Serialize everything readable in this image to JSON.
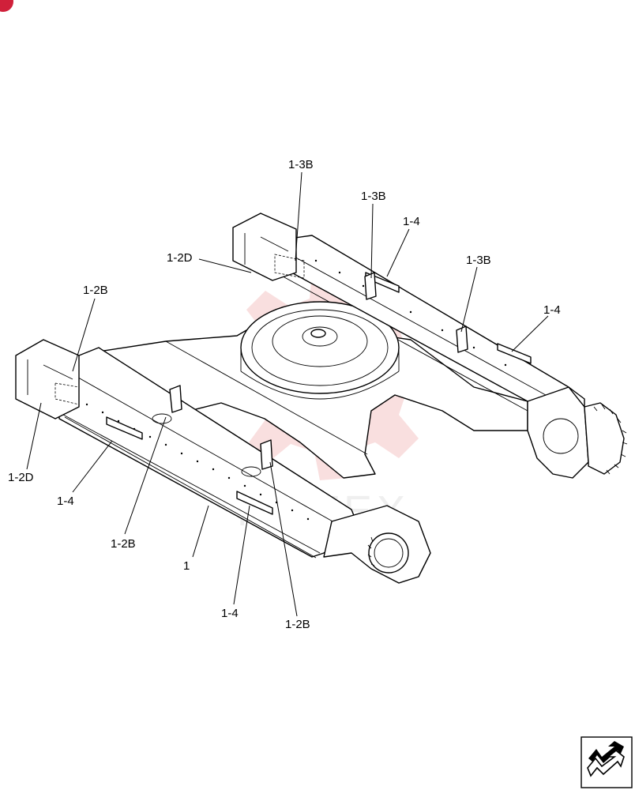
{
  "colors": {
    "line": "#000000",
    "background": "#ffffff",
    "watermark": "#f2b9b9",
    "corner_badge": "#d0203a"
  },
  "callouts": [
    {
      "id": "c-1-3b-top",
      "text": "1-3B"
    },
    {
      "id": "c-1-3b-mid",
      "text": "1-3B"
    },
    {
      "id": "c-1-4-top",
      "text": "1-4"
    },
    {
      "id": "c-1-2d-top",
      "text": "1-2D"
    },
    {
      "id": "c-1-3b-right",
      "text": "1-3B"
    },
    {
      "id": "c-1-2b-left",
      "text": "1-2B"
    },
    {
      "id": "c-1-4-right",
      "text": "1-4"
    },
    {
      "id": "c-1-2d-left",
      "text": "1-2D"
    },
    {
      "id": "c-1-4-left",
      "text": "1-4"
    },
    {
      "id": "c-1-2b-mid",
      "text": "1-2B"
    },
    {
      "id": "c-1",
      "text": "1"
    },
    {
      "id": "c-1-4-bottom",
      "text": "1-4"
    },
    {
      "id": "c-1-2b-bottom",
      "text": "1-2B"
    }
  ],
  "icons": {
    "nav": "next-page-arrow-icon",
    "watermark": "gear-logo-watermark"
  }
}
